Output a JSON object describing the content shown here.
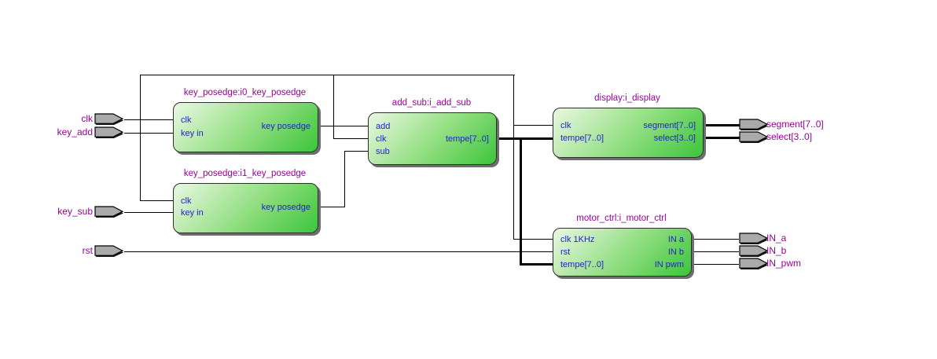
{
  "colors": {
    "bg": "#ffffff",
    "wire": "#000000",
    "block-light": "#eaf8e3",
    "block-dark": "#3cc53c",
    "block-border": "#2e2e2e",
    "shadow": "#6e6e6e",
    "title-text": "#990099",
    "port-text": "#2222cc",
    "pin-text": "#990099",
    "pin-fill": "#aaaaaa"
  },
  "input_pins": [
    {
      "label": "clk"
    },
    {
      "label": "key_add"
    },
    {
      "label": "key_sub"
    },
    {
      "label": "rst"
    }
  ],
  "output_pins": [
    {
      "label": "segment[7..0]"
    },
    {
      "label": "select[3..0]"
    },
    {
      "label": "IN_a"
    },
    {
      "label": "IN_b"
    },
    {
      "label": "IN_pwm"
    }
  ],
  "blocks": [
    {
      "title": "key_posedge:i0_key_posedge",
      "ports_in": [
        "clk",
        "key in"
      ],
      "ports_out": [
        "key posedge"
      ]
    },
    {
      "title": "key_posedge:i1_key_posedge",
      "ports_in": [
        "clk",
        "key in"
      ],
      "ports_out": [
        "key posedge"
      ]
    },
    {
      "title": "add_sub:i_add_sub",
      "ports_in": [
        "add",
        "clk",
        "sub"
      ],
      "ports_out": [
        "tempe[7..0]"
      ]
    },
    {
      "title": "display:i_display",
      "ports_in": [
        "clk",
        "tempe[7..0]"
      ],
      "ports_out": [
        "segment[7..0]",
        "select[3..0]"
      ]
    },
    {
      "title": "motor_ctrl:i_motor_ctrl",
      "ports_in": [
        "clk 1KHz",
        "rst",
        "tempe[7..0]"
      ],
      "ports_out": [
        "IN a",
        "IN b",
        "IN pwm"
      ]
    }
  ]
}
